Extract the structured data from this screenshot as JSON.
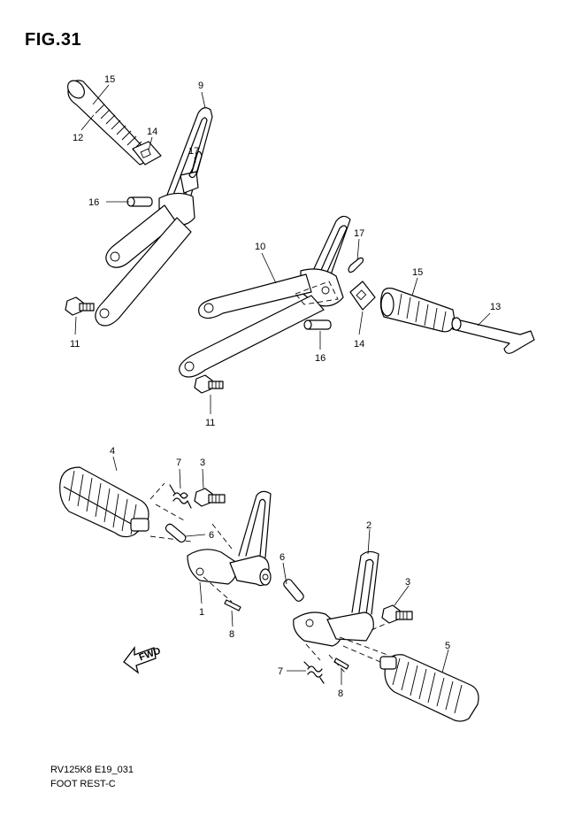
{
  "figure": {
    "title": "FIG.31",
    "code": "RV125K8 E19_031",
    "caption": "FOOT REST-C",
    "fwd_label": "FWD"
  },
  "callouts": {
    "c15a": "15",
    "c12": "12",
    "c14a": "14",
    "c9": "9",
    "c17a": "17",
    "c16a": "16",
    "c11a": "11",
    "c10": "10",
    "c17b": "17",
    "c15b": "15",
    "c13": "13",
    "c14b": "14",
    "c16b": "16",
    "c11b": "11",
    "c4": "4",
    "c7a": "7",
    "c3a": "3",
    "c6a": "6",
    "c1": "1",
    "c8a": "8",
    "c2": "2",
    "c6b": "6",
    "c3b": "3",
    "c5": "5",
    "c7b": "7",
    "c8b": "8"
  }
}
